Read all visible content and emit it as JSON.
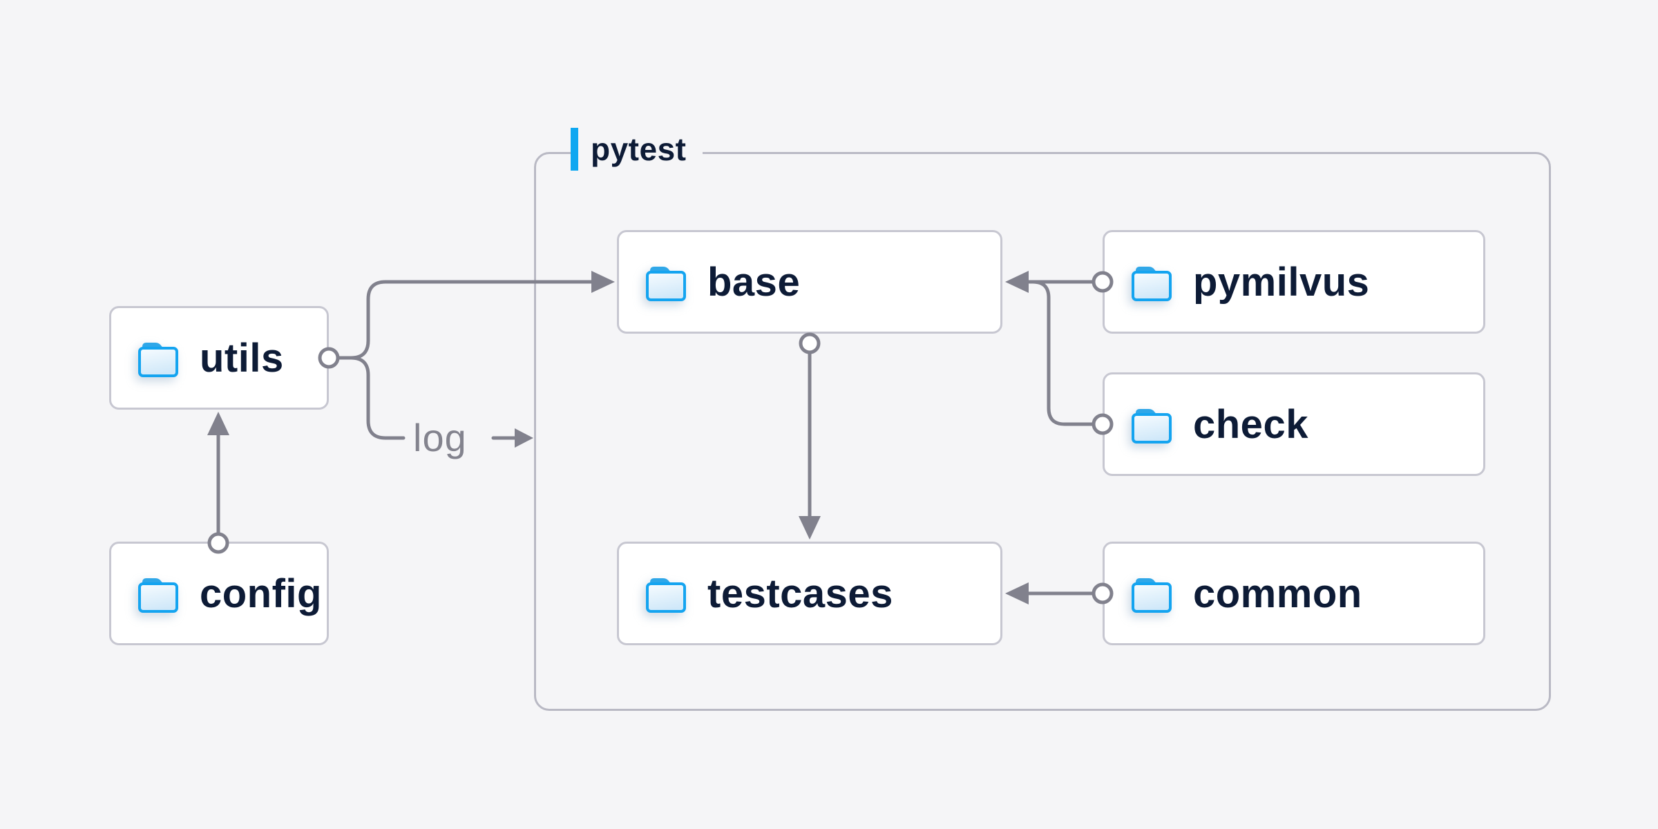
{
  "diagram": {
    "background_color": "#f5f5f7",
    "accent_color": "#0ea7f1",
    "line_color": "#81818d",
    "text_color": "#0d1b36",
    "container": {
      "label": "pytest"
    },
    "nodes": [
      {
        "id": "utils",
        "label": "utils",
        "icon": "folder-icon"
      },
      {
        "id": "config",
        "label": "config",
        "icon": "folder-icon"
      },
      {
        "id": "base",
        "label": "base",
        "icon": "folder-icon"
      },
      {
        "id": "pymilvus",
        "label": "pymilvus",
        "icon": "folder-icon"
      },
      {
        "id": "check",
        "label": "check",
        "icon": "folder-icon"
      },
      {
        "id": "testcases",
        "label": "testcases",
        "icon": "folder-icon"
      },
      {
        "id": "common",
        "label": "common",
        "icon": "folder-icon"
      }
    ],
    "edges": [
      {
        "from": "config",
        "to": "utils",
        "label": ""
      },
      {
        "from": "utils",
        "to": "base",
        "label": ""
      },
      {
        "from": "utils",
        "to": "pytest-container",
        "label": "log"
      },
      {
        "from": "base",
        "to": "testcases",
        "label": ""
      },
      {
        "from": "pymilvus",
        "to": "base",
        "label": ""
      },
      {
        "from": "check",
        "to": "base",
        "label": ""
      },
      {
        "from": "common",
        "to": "testcases",
        "label": ""
      }
    ]
  }
}
